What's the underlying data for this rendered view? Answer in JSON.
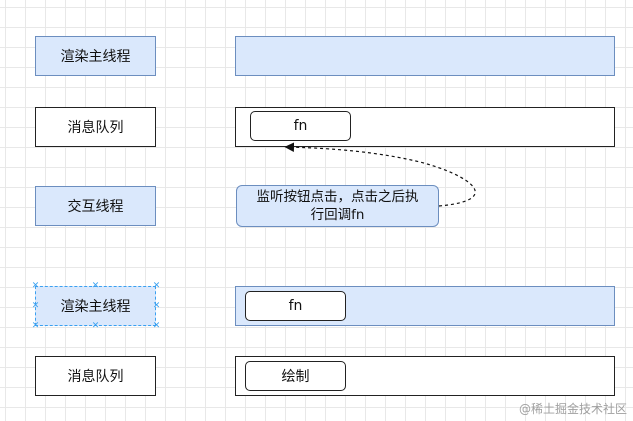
{
  "rows": {
    "render_thread_1": "渲染主线程",
    "message_queue_1": "消息队列",
    "interaction_thread": "交互线程",
    "render_thread_2": "渲染主线程",
    "message_queue_2": "消息队列"
  },
  "queue1": {
    "task": "fn"
  },
  "tooltip": {
    "line1": "监听按钮点击，点击之后执",
    "line2": "行回调fn"
  },
  "render2": {
    "task": "fn"
  },
  "queue2": {
    "task": "绘制"
  },
  "watermark": "@稀土掘金技术社区",
  "colors": {
    "blue_fill": "#dae8fc",
    "blue_stroke": "#6c8ebf",
    "selection": "#3aa0f0"
  }
}
